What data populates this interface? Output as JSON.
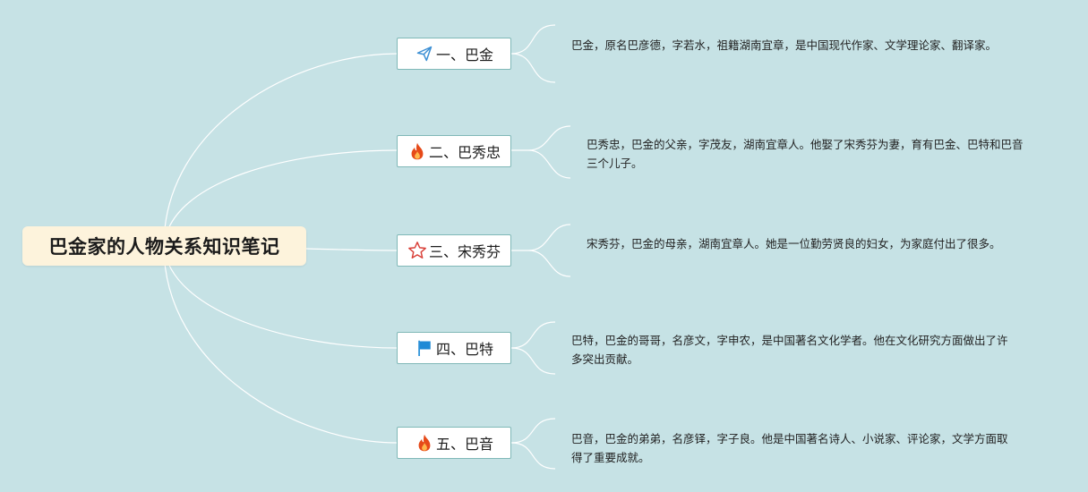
{
  "root": {
    "title": "巴金家的人物关系知识笔记"
  },
  "topics": [
    {
      "label": "一、巴金",
      "icon": "paper-plane-icon",
      "icon_color": "#3c8fd4",
      "note": "巴金，原名巴彦德，字若水，祖籍湖南宜章，是中国现代作家、文学理论家、翻译家。"
    },
    {
      "label": "二、巴秀忠",
      "icon": "fire-icon",
      "icon_color": "#e64a19",
      "note": "巴秀忠，巴金的父亲，字茂友，湖南宜章人。他娶了宋秀芬为妻，育有巴金、巴特和巴音三个儿子。"
    },
    {
      "label": "三、宋秀芬",
      "icon": "star-outline-icon",
      "icon_color": "#d9413a",
      "note": "宋秀芬，巴金的母亲，湖南宜章人。她是一位勤劳贤良的妇女，为家庭付出了很多。"
    },
    {
      "label": "四、巴特",
      "icon": "blue-flag-icon",
      "icon_color": "#1f8ad6",
      "note": "巴特，巴金的哥哥，名彦文，字申农，是中国著名文化学者。他在文化研究方面做出了许多突出贡献。"
    },
    {
      "label": "五、巴音",
      "icon": "fire-icon",
      "icon_color": "#e64a19",
      "note": "巴音，巴金的弟弟，名彦铎，字子良。他是中国著名诗人、小说家、评论家，文学方面取得了重要成就。"
    }
  ]
}
